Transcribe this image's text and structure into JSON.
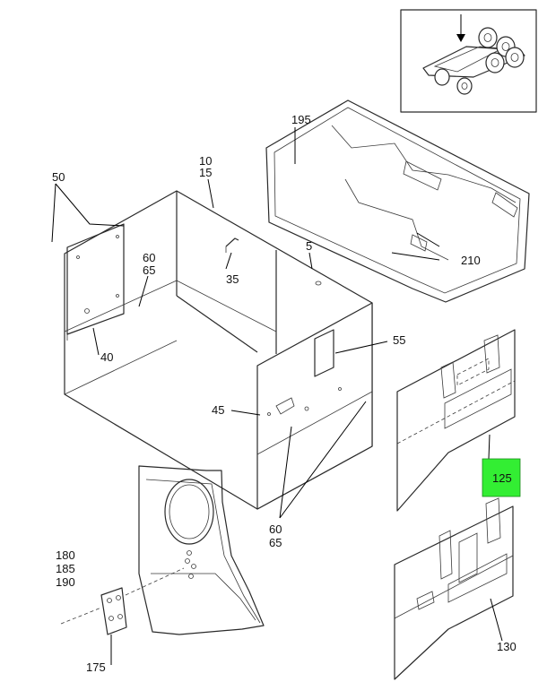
{
  "callouts": {
    "c50": "50",
    "c10": "10",
    "c15": "15",
    "c195": "195",
    "c60a": "60",
    "c65a": "65",
    "c35": "35",
    "c5": "5",
    "c210": "210",
    "c40": "40",
    "c55": "55",
    "c45": "45",
    "c125": "125",
    "c60b": "60",
    "c65b": "65",
    "c180": "180",
    "c185": "185",
    "c190": "190",
    "c175": "175",
    "c130": "130"
  },
  "highlight_color": "#33ee33",
  "highlighted_callout": "125"
}
